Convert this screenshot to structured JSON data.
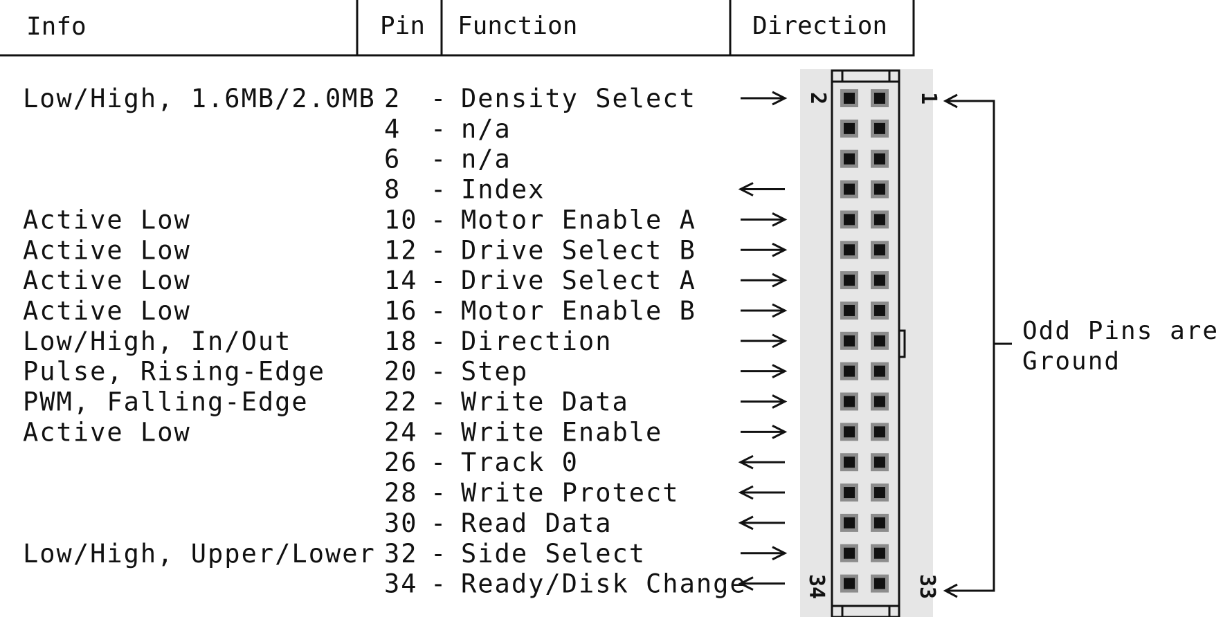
{
  "header": {
    "info": "Info",
    "pin": "Pin",
    "function": "Function",
    "direction": "Direction"
  },
  "rows": [
    {
      "info": "Low/High, 1.6MB/2.0MB",
      "pin": "2",
      "function": "Density Select",
      "direction": "out"
    },
    {
      "info": "",
      "pin": "4",
      "function": "n/a",
      "direction": ""
    },
    {
      "info": "",
      "pin": "6",
      "function": "n/a",
      "direction": ""
    },
    {
      "info": "",
      "pin": "8",
      "function": "Index",
      "direction": "in"
    },
    {
      "info": "Active Low",
      "pin": "10",
      "function": "Motor Enable A",
      "direction": "out"
    },
    {
      "info": "Active Low",
      "pin": "12",
      "function": "Drive Select B",
      "direction": "out"
    },
    {
      "info": "Active Low",
      "pin": "14",
      "function": "Drive Select A",
      "direction": "out"
    },
    {
      "info": "Active Low",
      "pin": "16",
      "function": "Motor Enable B",
      "direction": "out"
    },
    {
      "info": "Low/High, In/Out",
      "pin": "18",
      "function": "Direction",
      "direction": "out"
    },
    {
      "info": "Pulse, Rising-Edge",
      "pin": "20",
      "function": "Step",
      "direction": "out"
    },
    {
      "info": "PWM, Falling-Edge",
      "pin": "22",
      "function": "Write Data",
      "direction": "out"
    },
    {
      "info": "Active Low",
      "pin": "24",
      "function": "Write Enable",
      "direction": "out"
    },
    {
      "info": "",
      "pin": "26",
      "function": "Track 0",
      "direction": "in"
    },
    {
      "info": "",
      "pin": "28",
      "function": "Write Protect",
      "direction": "in"
    },
    {
      "info": "",
      "pin": "30",
      "function": "Read Data",
      "direction": "in"
    },
    {
      "info": "Low/High, Upper/Lower",
      "pin": "32",
      "function": "Side Select",
      "direction": "out"
    },
    {
      "info": "",
      "pin": "34",
      "function": "Ready/Disk Change",
      "direction": "in"
    }
  ],
  "connector": {
    "left_top": "2",
    "right_top": "1",
    "left_bottom": "34",
    "right_bottom": "33"
  },
  "note": {
    "line1": "Odd Pins are",
    "line2": "Ground"
  },
  "colors": {
    "connector_bg": "#e6e6e6",
    "pin_outer": "#8c8c8c",
    "pin_inner": "#111111"
  }
}
